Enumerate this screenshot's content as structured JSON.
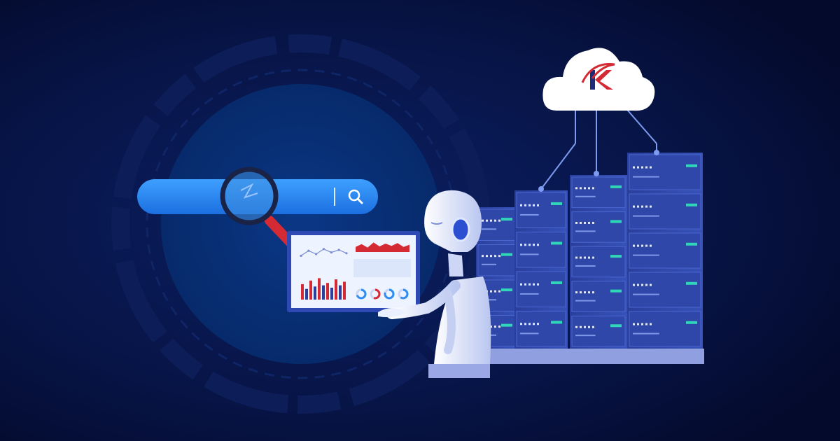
{
  "scene": {
    "colors": {
      "background_dark": "#050d35",
      "background_mid": "#0a1d5c",
      "search_bar": "#2e8cf0",
      "accent_red": "#d42a34",
      "server_body": "#2f47a8",
      "server_light": "#4a66d0",
      "led_green": "#2fd6b8",
      "robot_white": "#e9eefc"
    },
    "icons": {
      "search": "search-icon",
      "magnifier": "magnifying-glass-icon",
      "logo": "k-logo-icon",
      "cloud": "cloud-icon"
    }
  },
  "dashboard": {
    "area_chart": [
      0.45,
      0.7,
      0.4,
      0.85,
      0.5,
      0.75,
      0.55,
      0.8,
      0.45,
      0.65
    ],
    "bar_chart": [
      0.65,
      0.45,
      0.8,
      0.55,
      0.9,
      0.6,
      0.7,
      0.5,
      0.85,
      0.6,
      0.75
    ],
    "line_chart": [
      0.4,
      0.7,
      0.5,
      0.8,
      0.6,
      0.75,
      0.55
    ],
    "donuts": [
      0.7,
      0.55,
      0.8,
      0.6
    ]
  },
  "servers": {
    "rack_count": 4
  }
}
